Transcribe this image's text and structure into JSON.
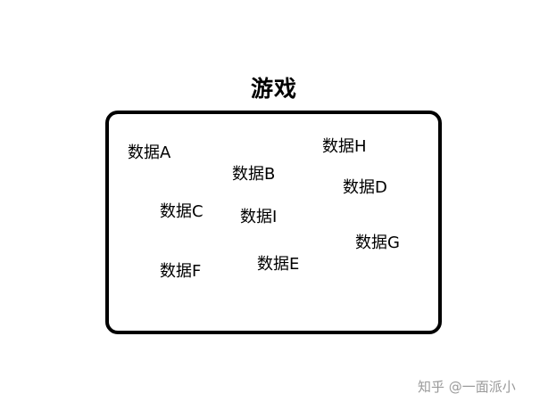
{
  "title": "游戏",
  "items": [
    "数据A",
    "数据B",
    "数据C",
    "数据D",
    "数据E",
    "数据F",
    "数据G",
    "数据H",
    "数据I"
  ],
  "watermark": "知乎 @一面派小",
  "colors": {
    "border": "#000000",
    "text": "#000000",
    "background": "#ffffff",
    "watermark": "#9a9a9a"
  }
}
